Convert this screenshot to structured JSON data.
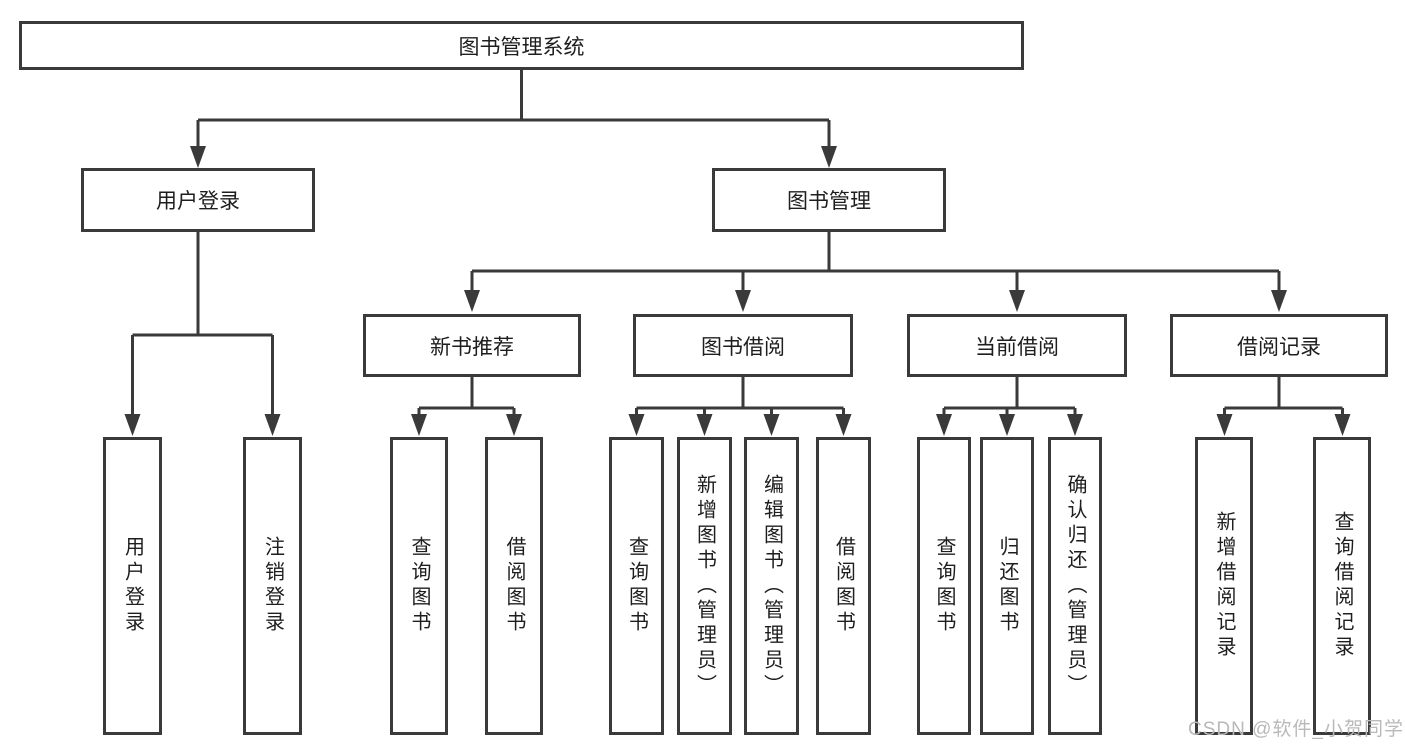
{
  "diagram": {
    "tree": {
      "label": "图书管理系统",
      "children": [
        {
          "label": "用户登录",
          "children": [
            {
              "label": "用户登录"
            },
            {
              "label": "注销登录"
            }
          ]
        },
        {
          "label": "图书管理",
          "children": [
            {
              "label": "新书推荐",
              "children": [
                {
                  "label": "查询图书"
                },
                {
                  "label": "借阅图书"
                }
              ]
            },
            {
              "label": "图书借阅",
              "children": [
                {
                  "label": "查询图书"
                },
                {
                  "label": "新增图书（管理员）"
                },
                {
                  "label": "编辑图书（管理员）"
                },
                {
                  "label": "借阅图书"
                }
              ]
            },
            {
              "label": "当前借阅",
              "children": [
                {
                  "label": "查询图书"
                },
                {
                  "label": "归还图书"
                },
                {
                  "label": "确认归还（管理员）"
                }
              ]
            },
            {
              "label": "借阅记录",
              "children": [
                {
                  "label": "新增借阅记录"
                },
                {
                  "label": "查询借阅记录"
                }
              ]
            }
          ]
        }
      ]
    },
    "colors": {
      "line": "#3a3a3a",
      "box_border": "#3a3a3a",
      "box_fill": "#ffffff",
      "text": "#1e1e1e",
      "watermark": "#b9b9b9"
    }
  },
  "watermark": {
    "text": "CSDN @软件_小贺同学"
  }
}
